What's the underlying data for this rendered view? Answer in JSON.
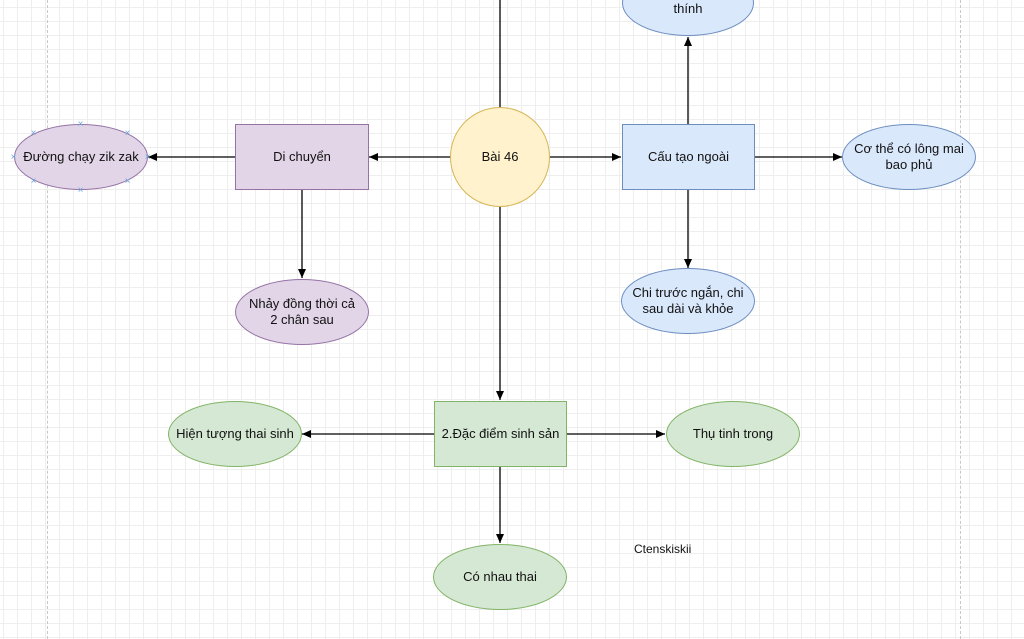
{
  "diagram": {
    "center": "Bài 46",
    "movement": {
      "label": "Di chuyển",
      "zigzag": "Đường chạy zik zak",
      "jump": "Nhảy đồng thời cả 2 chân sau"
    },
    "structure": {
      "label": "Cấu tạo ngoài",
      "top_partial": "thính",
      "fur": "Cơ thể có lông mai bao phủ",
      "limbs": "Chi trước ngắn, chi sau dài và khỏe"
    },
    "reproduction": {
      "label": "2.Đặc điểm sinh sản",
      "viviparous": "Hiện tượng thai sinh",
      "fertilization": "Thụ tinh trong",
      "placenta": "Có nhau thai"
    },
    "free_text": "Ctenskiskii"
  },
  "colors": {
    "purple_fill": "#e1d5e7",
    "purple_stroke": "#9673a6",
    "blue_fill": "#dae8fc",
    "blue_stroke": "#6c8ebf",
    "green_fill": "#d5e8d4",
    "green_stroke": "#82b366",
    "yellow_fill": "#fff2cc",
    "yellow_stroke": "#d6b656"
  }
}
